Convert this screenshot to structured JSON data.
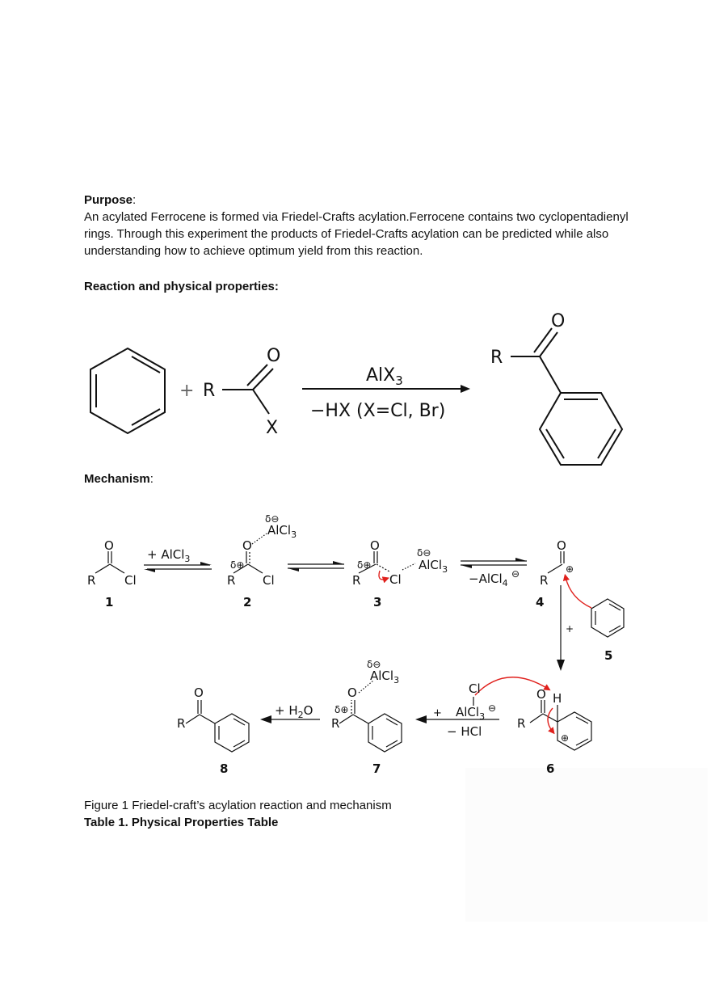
{
  "purpose": {
    "heading": "Purpose",
    "colon": ":",
    "body": "An acylated Ferrocene is formed via Friedel-Crafts acylation.Ferrocene contains two cyclopentadienyl rings. Through this experiment the products of Friedel-Crafts acylation can be predicted while also understanding how to achieve optimum yield from this reaction."
  },
  "reaction": {
    "heading": "Reaction and physical properties:",
    "scheme": {
      "plus": "+",
      "reagent_R": "R",
      "reagent_O": "O",
      "reagent_X": "X",
      "catalyst": "AlX",
      "catalyst_sub": "3",
      "byproduct": "−HX (X=Cl, Br)",
      "product_R": "R",
      "product_O": "O"
    }
  },
  "mechanism": {
    "heading": "Mechanism",
    "colon": ":",
    "labels": {
      "c1": "1",
      "c2": "2",
      "c3": "3",
      "c4": "4",
      "c5": "5",
      "c6": "6",
      "c7": "7",
      "c8": "8"
    },
    "arrows": {
      "a1_top": "+ AlCl",
      "a1_sub": "3",
      "a3_bottom": "−AlCl",
      "a3_sub": "4",
      "a4_side": "+",
      "a6_top": "+",
      "a6_bottom": "− HCl",
      "a7_top": "+ H",
      "a7_sub": "2",
      "a7_tail": "O"
    },
    "atoms": {
      "R": "R",
      "O": "O",
      "Cl": "Cl",
      "H": "H",
      "AlCl": "AlCl",
      "sub3": "3",
      "delta_plus": "δ⊕",
      "delta_minus": "δ⊖",
      "plus_circle": "⊕",
      "minus_circle": "⊖"
    }
  },
  "captions": {
    "figure": "Figure 1 Friedel-craft’s acylation reaction and mechanism",
    "table": "Table 1. Physical Properties Table"
  },
  "colors": {
    "ink": "#111111",
    "arrow_red": "#e0201c"
  }
}
